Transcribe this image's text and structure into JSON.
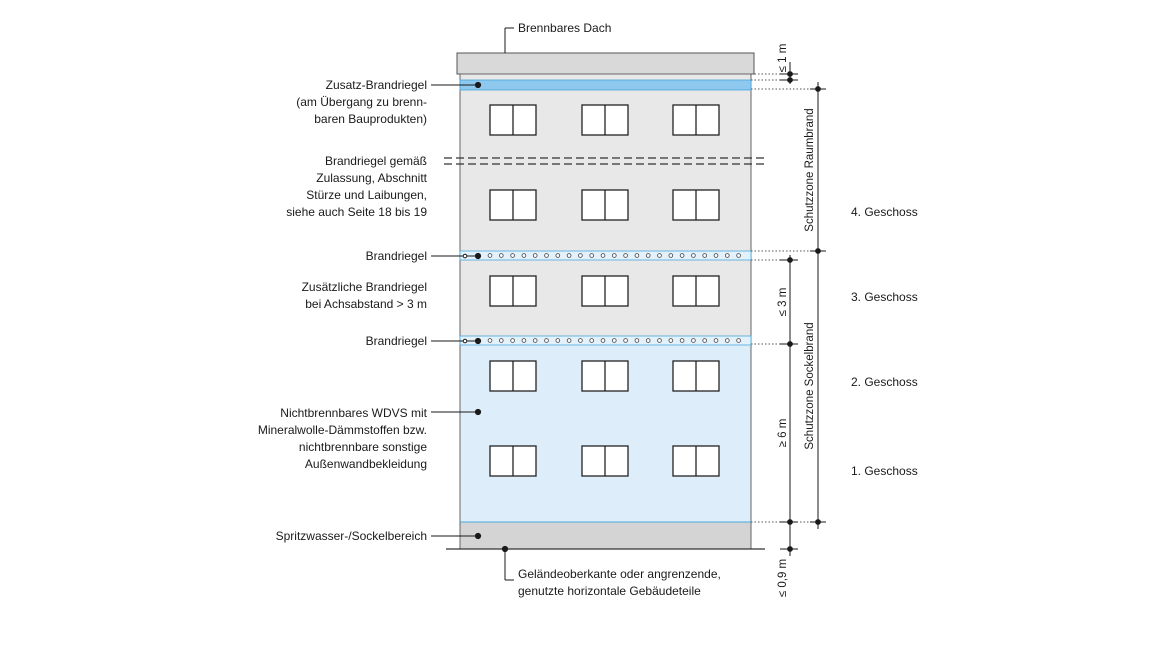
{
  "labels": {
    "roof": "Brennbares Dach",
    "zusatz": [
      "Zusatz-Brandriegel",
      "(am Übergang zu brenn-",
      "baren Bauprodukten)"
    ],
    "gemaess": [
      "Brandriegel gemäß",
      "Zulassung, Abschnitt",
      "Stürze und Laibungen,",
      "siehe auch Seite 18 bis 19"
    ],
    "brandriegel_1": "Brandriegel",
    "zusaetzliche": [
      "Zusätzliche Brandriegel",
      "bei Achsabstand > 3 m"
    ],
    "brandriegel_2": "Brandriegel",
    "wdvs": [
      "Nichtbrennbares WDVS mit",
      "Mineralwolle-Dämmstoffen bzw.",
      "nichtbrennbare sonstige",
      "Außenwandbekleidung"
    ],
    "spritzwasser": "Spritzwasser-/Sockelbereich",
    "ground": [
      "Geländeoberkante oder angrenzende,",
      "genutzte horizontale Gebäudeteile"
    ]
  },
  "dimensions": {
    "top": "≤ 1 m",
    "mid": "≤ 3 m",
    "six": "≥ 6 m",
    "bottom": "≤ 0,9 m"
  },
  "zones": {
    "raumbrand": "Schutzzone Raumbrand",
    "sockelbrand": "Schutzzone Sockelbrand"
  },
  "floors": [
    "4. Geschoss",
    "3. Geschoss",
    "2. Geschoss",
    "1. Geschoss"
  ],
  "colors": {
    "wall_grey": "#e8e8e8",
    "wall_blue": "#ddeefa",
    "brandriegel_blue": "#8ec8ee",
    "riegel_line": "#4aa8dc",
    "roof": "#d9d9d9",
    "line": "#1a1a1a"
  }
}
